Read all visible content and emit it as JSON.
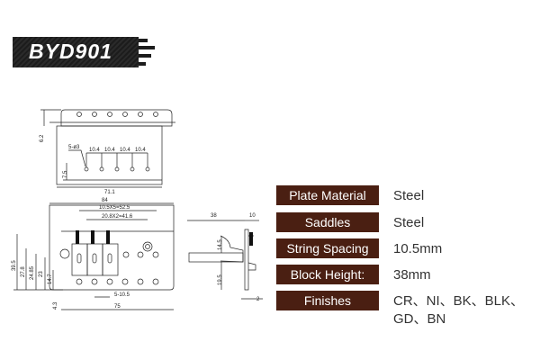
{
  "brand": {
    "model": "BYD901"
  },
  "top_view": {
    "dims": {
      "height_6_2": "6.2",
      "holes": "5-ø3",
      "pitch1": "10.4",
      "pitch2": "10.4",
      "pitch3": "10.4",
      "pitch4": "10.4",
      "offset": "7.5",
      "width": "71.1"
    }
  },
  "front_view": {
    "dims": {
      "overall": "84",
      "spacing_total": "10.5X5=52.5",
      "screw_total": "20.8X2=41.6",
      "h1": "39.5",
      "h2": "27.8",
      "h3": "24.85",
      "h4": "23",
      "h5": "14.7",
      "h6": "4.3",
      "string_spacing": "5-10.5",
      "hole_span": "75"
    }
  },
  "side_view": {
    "dims": {
      "depth": "38",
      "top": "10",
      "upper": "14.5",
      "lower": "19.5",
      "thickness": "2"
    }
  },
  "specs": [
    {
      "label": "Plate Material",
      "value": "Steel"
    },
    {
      "label": "Saddles",
      "value": "Steel"
    },
    {
      "label": "String Spacing",
      "value": "10.5mm"
    },
    {
      "label": "Block Height:",
      "value": "38mm"
    },
    {
      "label": "Finishes",
      "value": "CR、NI、BK、BLK、GD、BN"
    }
  ],
  "colors": {
    "label_bg": "#4a1f12",
    "logo_bg": "#1c1c1c"
  }
}
